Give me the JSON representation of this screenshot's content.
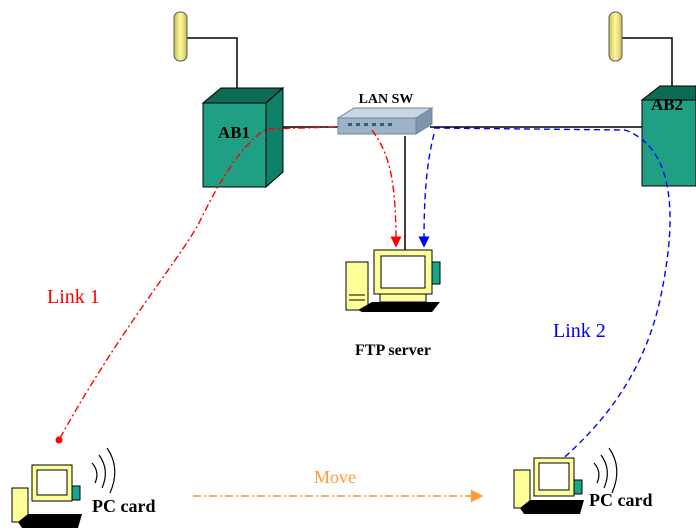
{
  "labels": {
    "ab1": "AB1",
    "ab2": "AB2",
    "lan_sw": "LAN SW",
    "ftp_server": "FTP server",
    "link1": "Link 1",
    "link2": "Link 2",
    "pc_card_left": "PC card",
    "pc_card_right": "PC card",
    "move": "Move"
  },
  "colors": {
    "access_box": "#1fa085",
    "access_box_dark": "#0d6b55",
    "antenna": "#f3ec72",
    "switch": "#9fb3c8",
    "link1": "#ff0000",
    "link2": "#0000ff",
    "move": "#ff9933",
    "computer_beige": "#ffff99",
    "computer_teal": "#17a68c"
  },
  "icons": [
    "antenna-icon",
    "access-box-icon",
    "network-switch-icon",
    "server-computer-icon",
    "laptop-computer-icon",
    "radio-waves-icon"
  ]
}
